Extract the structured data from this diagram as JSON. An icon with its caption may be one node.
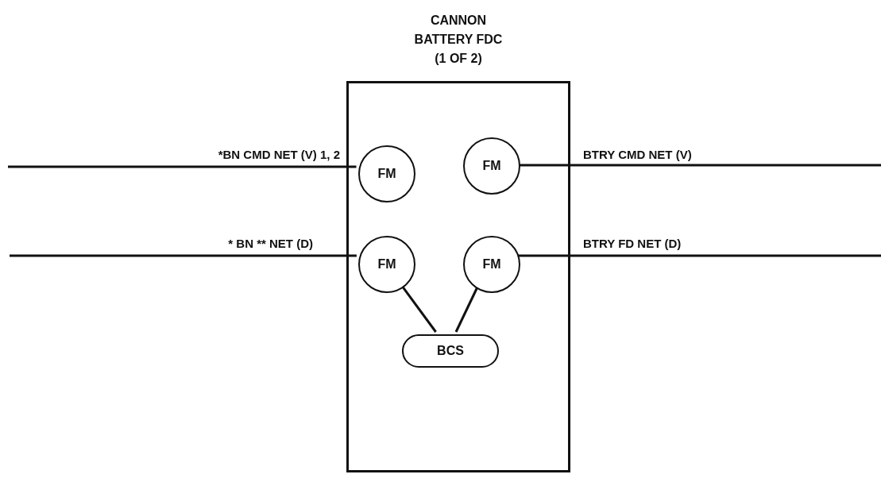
{
  "diagram": {
    "nodes": [
      {
        "text": [
          "CANNON BATTERY FDC (1 OF 2)"
        ]
      },
      {
        "text": [
          "FM"
        ],
        "in": 0
      },
      {
        "text": [
          "FM"
        ],
        "in": 0
      },
      {
        "text": [
          "FM"
        ],
        "in": 0
      },
      {
        "text": [
          "FM"
        ],
        "in": 0
      },
      {
        "text": [
          "BCS"
        ],
        "in": 0
      }
    ],
    "edges": [
      {
        "from": null,
        "to": 1,
        "arrow": "none",
        "label": "*BN CMD NET (V) 1, 2"
      },
      {
        "from": 2,
        "to": null,
        "arrow": "none",
        "label": "BTRY CMD NET (V)"
      },
      {
        "from": null,
        "to": 3,
        "arrow": "none",
        "label": "* BN ** NET (D)"
      },
      {
        "from": 4,
        "to": null,
        "arrow": "none",
        "label": "BTRY FD NET (D)"
      },
      {
        "from": 3,
        "to": 5,
        "arrow": "none"
      },
      {
        "from": 4,
        "to": 5,
        "arrow": "none"
      }
    ]
  }
}
